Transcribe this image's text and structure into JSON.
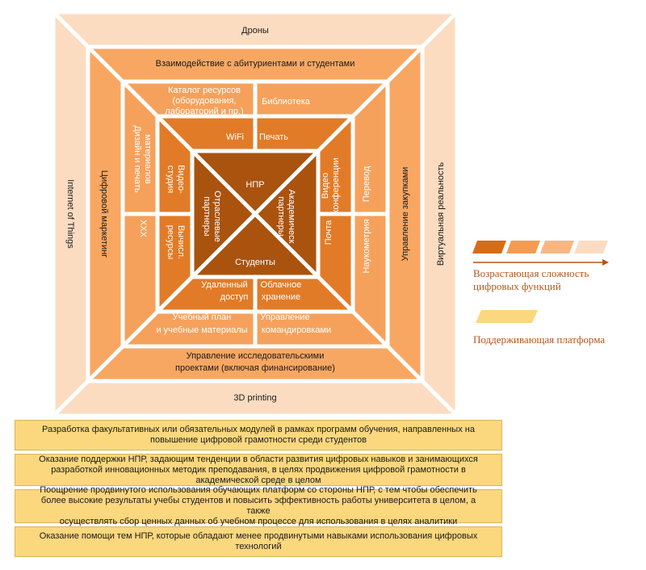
{
  "outer": {
    "top": "Дроны",
    "bottom": "3D printing",
    "left": "Internet of Things",
    "right": "Виртуальная реальность"
  },
  "ring2": {
    "top": "Взаимодействие с абитуриентами и студентами",
    "bottom_line1": "Управление исследовательскими",
    "bottom_line2": "проектами (включая финансирование)",
    "left": "Цифровой маркетинг",
    "right": "Управление закупками"
  },
  "ring3": {
    "top_left_line1": "Каталог ресурсов",
    "top_left_line2": "(оборудования,",
    "top_left_line3": "лабораторий и пр.)",
    "top_right": "Библиотека",
    "bottom_left_line1": "Учебный план",
    "bottom_left_line2": "и учебные материалы",
    "bottom_right_line1": "Управление",
    "bottom_right_line2": "командировками",
    "left_top_line1": "Дизайн и печать",
    "left_top_line2": "материалов",
    "left_bottom": "XXX",
    "right_top": "Перевод",
    "right_bottom": "Наукометрия"
  },
  "ring4": {
    "top_left": "WiFi",
    "top_right": "Печать",
    "bottom_left_line1": "Удаленный",
    "bottom_left_line2": "доступ",
    "bottom_right_line1": "Облачное",
    "bottom_right_line2": "хранение",
    "left_top_line1": "Видео-",
    "left_top_line2": "студия",
    "left_bottom_line1": "Вычисл.",
    "left_bottom_line2": "ресурсы",
    "right_top_line1": "Видео",
    "right_top_line2": "конференции",
    "right_bottom": "Почта"
  },
  "core": {
    "top": "НПР",
    "bottom": "Студенты",
    "left_line1": "Отраслевые",
    "left_line2": "партнеры",
    "right_line1": "Академическ",
    "right_line2": "партнеры"
  },
  "legend": {
    "complexity_line1": "Возрастающая сложность",
    "complexity_line2": "цифровых функций",
    "platform": "Поддерживающая платформа"
  },
  "platform_bars": [
    {
      "line1": "Разработка факультативных или обязательных модулей в рамках программ обучения, направленных на",
      "line2": "повышение цифровой грамотности среди студентов",
      "line3": ""
    },
    {
      "line1": "Оказание поддержки НПР, задающим тенденции в области развития цифровых навыков и занимающихся",
      "line2": "разработкой инновационных методик преподавания, в целях продвижения цифровой грамотности в",
      "line3": "академической среде в целом"
    },
    {
      "line1": "Поощрение продвинутого использования обучающих платформ со стороны НПР, с тем чтобы обеспечить",
      "line2": "более высокие результаты учебы студентов и повысить эффективность работы университета в целом, а также",
      "line3": "осуществлять сбор ценных данных об учебном процессе для использования в целях аналитики"
    },
    {
      "line1": "Оказание помощи тем НПР, которые обладают менее продвинутыми навыками использования цифровых",
      "line2": "технологий",
      "line3": ""
    }
  ],
  "colors": {
    "level1": "#fcdcc1",
    "level2": "#f8a762",
    "level3": "#ec8837",
    "level4": "#d76c16",
    "core": "#a9530f",
    "platform": "#fbd77e",
    "legend_text": "#b5561a"
  }
}
